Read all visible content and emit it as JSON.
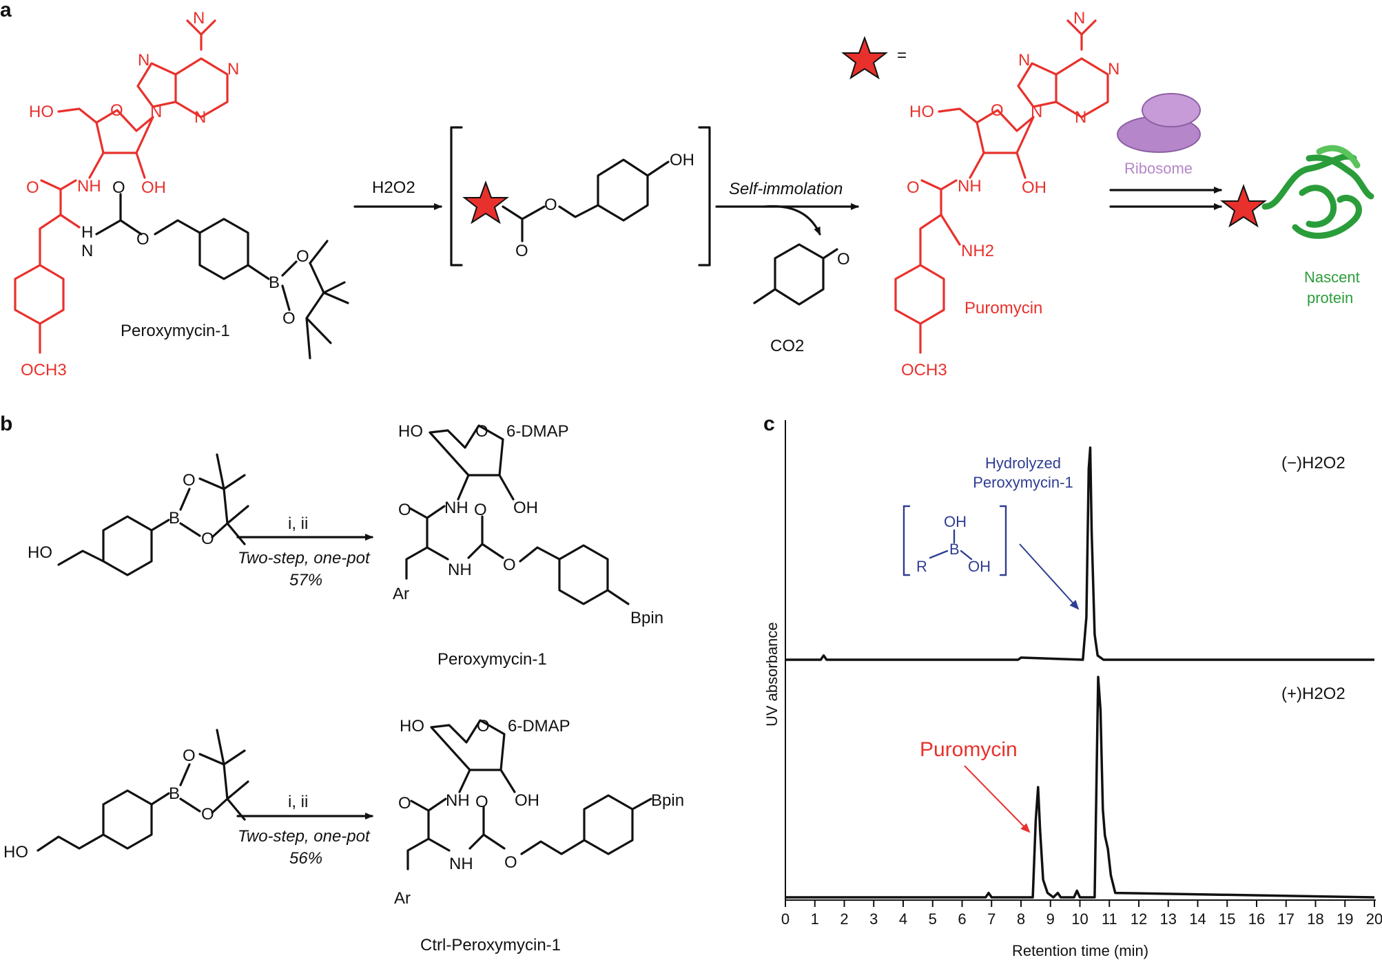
{
  "panels": {
    "a": "a",
    "b": "b",
    "c": "c"
  },
  "panel_a": {
    "start_label": "Peroxymycin-1",
    "reagent": "H2O2",
    "step2": "Self-immolation",
    "byproduct": "CO2",
    "product_label": "Puromycin",
    "ribosome_label": "Ribosome",
    "protein_label_1": "Nascent",
    "protein_label_2": "protein",
    "equals": "="
  },
  "panel_b": {
    "reaction1": {
      "reagents": "i, ii",
      "conditions": "Two-step, one-pot",
      "yield": "57%",
      "product": "Peroxymycin-1"
    },
    "reaction2": {
      "reagents": "i, ii",
      "conditions": "Two-step, one-pot",
      "yield": "56%",
      "product": "Ctrl-Peroxymycin-1"
    },
    "groups": {
      "nucleobase": "6-DMAP",
      "boronate": "Bpin",
      "aryl": "Ar"
    }
  },
  "panel_c": {
    "annotation_blue_1": "Hydrolyzed",
    "annotation_blue_2": "Peroxymycin-1",
    "annotation_red": "Puromycin",
    "colors": {
      "blue": "#2e3d91",
      "red": "#e8312c",
      "green": "#2a9d3a",
      "purple": "#b586c9"
    }
  },
  "chart_data": {
    "type": "line",
    "xlabel": "Retention time (min)",
    "ylabel": "UV absorbance",
    "xlim": [
      0,
      20
    ],
    "x_ticks": [
      "0",
      "1",
      "2",
      "3",
      "4",
      "5",
      "6",
      "7",
      "8",
      "9",
      "10",
      "11",
      "12",
      "13",
      "14",
      "15",
      "16",
      "17",
      "18",
      "19",
      "20"
    ],
    "series": [
      {
        "name": "(−)H2O2",
        "x": [
          0,
          1.2,
          1.3,
          1.4,
          7.9,
          8.0,
          10.1,
          10.22,
          10.3,
          10.35,
          10.4,
          10.5,
          10.6,
          10.8,
          20
        ],
        "y": [
          0.0,
          0.0,
          0.02,
          0.0,
          0.0,
          0.01,
          0.0,
          0.2,
          0.9,
          1.0,
          0.6,
          0.12,
          0.02,
          0.0,
          0.0
        ]
      },
      {
        "name": "(+)H2O2",
        "x": [
          0,
          6.8,
          6.9,
          7.0,
          8.4,
          8.5,
          8.58,
          8.65,
          8.75,
          8.9,
          9.1,
          9.25,
          9.35,
          9.8,
          9.9,
          10.0,
          10.5,
          10.62,
          10.7,
          10.78,
          10.85,
          10.95,
          11.05,
          11.2,
          20
        ],
        "y": [
          0.0,
          0.0,
          0.02,
          0.0,
          0.0,
          0.35,
          0.5,
          0.3,
          0.08,
          0.02,
          0.0,
          0.02,
          0.0,
          0.0,
          0.03,
          0.0,
          0.0,
          1.0,
          0.85,
          0.4,
          0.28,
          0.22,
          0.1,
          0.02,
          0.0
        ]
      }
    ]
  }
}
